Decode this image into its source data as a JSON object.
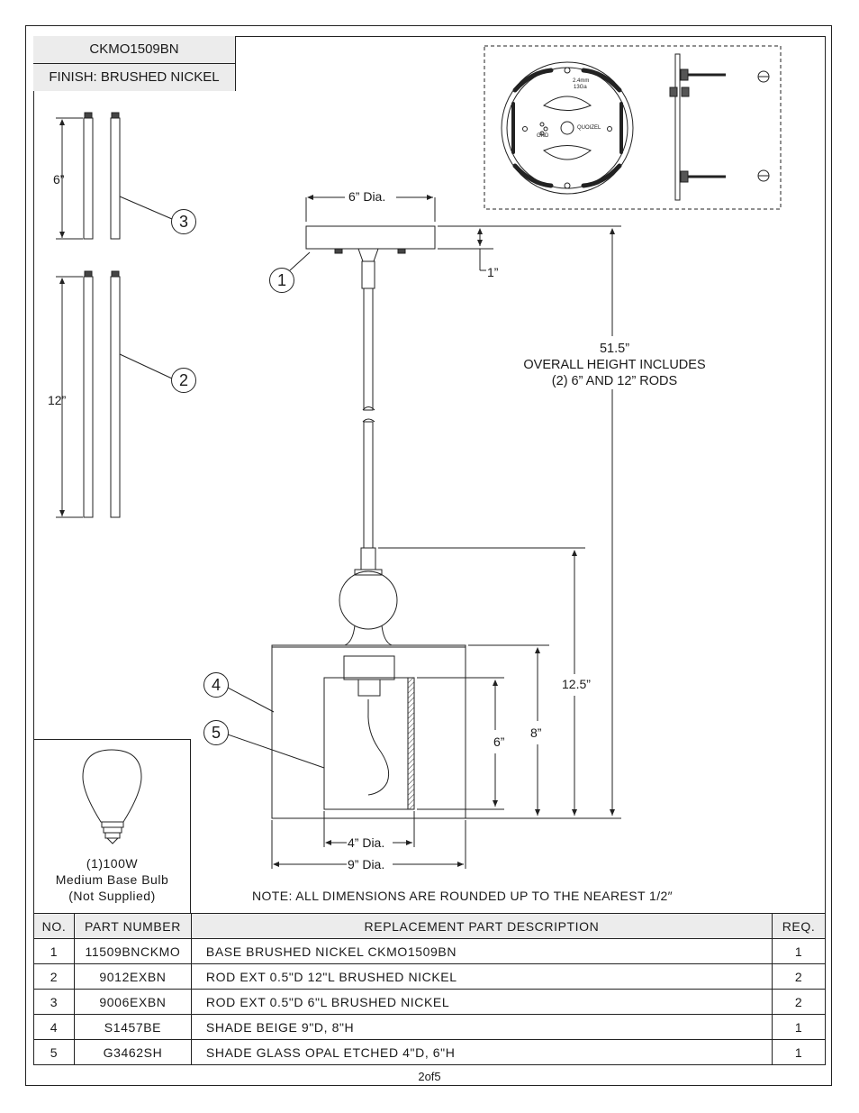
{
  "header": {
    "model": "CKMO1509BN",
    "finish": "FINISH: BRUSHED NICKEL"
  },
  "dimensions": {
    "canopy_dia": "6” Dia.",
    "canopy_height": "1”",
    "overall_height": "51.5”",
    "overall_note_1": "OVERALL HEIGHT INCLUDES",
    "overall_note_2": "(2) 6” AND 12” RODS",
    "rod_short": "6”",
    "rod_long": "12”",
    "body_height": "12.5”",
    "shade_height": "8”",
    "glass_height": "6”",
    "glass_dia": "4” Dia.",
    "shade_dia": "9” Dia."
  },
  "mounting_plate": {
    "brand": "QUOIZEL",
    "thread_size": "2.4mm",
    "gauge": "13Ga",
    "ground": "GND"
  },
  "callouts": [
    "1",
    "2",
    "3",
    "4",
    "5"
  ],
  "bulb": {
    "line1": "(1)100W",
    "line2": "Medium Base Bulb",
    "line3": "(Not Supplied)"
  },
  "note": "NOTE:  ALL DIMENSIONS ARE ROUNDED UP TO THE NEAREST  1/2″",
  "table": {
    "headers": [
      "NO.",
      "PART NUMBER",
      "REPLACEMENT PART DESCRIPTION",
      "REQ."
    ],
    "rows": [
      {
        "no": "1",
        "part": "11509BNCKMO",
        "desc": "BASE BRUSHED NICKEL CKMO1509BN",
        "req": "1"
      },
      {
        "no": "2",
        "part": "9012EXBN",
        "desc": "ROD EXT 0.5\"D 12\"L BRUSHED NICKEL",
        "req": "2"
      },
      {
        "no": "3",
        "part": "9006EXBN",
        "desc": "ROD EXT 0.5\"D 6\"L BRUSHED NICKEL",
        "req": "2"
      },
      {
        "no": "4",
        "part": "S1457BE",
        "desc": "SHADE BEIGE 9\"D, 8\"H",
        "req": "1"
      },
      {
        "no": "5",
        "part": "G3462SH",
        "desc": "SHADE GLASS OPAL ETCHED 4\"D, 6\"H",
        "req": "1"
      }
    ]
  },
  "page": "2of5"
}
